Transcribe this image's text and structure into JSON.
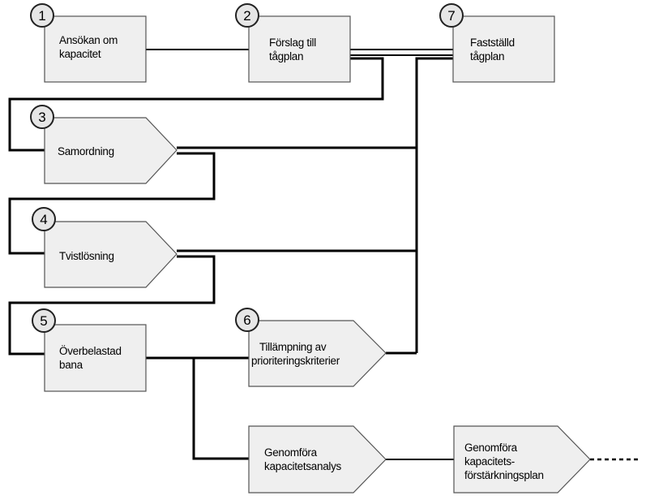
{
  "nodes": {
    "n1": {
      "number": "1",
      "line1": "Ansökan om",
      "line2": "kapacitet"
    },
    "n2": {
      "number": "2",
      "line1": "Förslag till",
      "line2": "tågplan"
    },
    "n7": {
      "number": "7",
      "line1": "Fastställd",
      "line2": "tågplan"
    },
    "n3": {
      "number": "3",
      "line1": "Samordning"
    },
    "n4": {
      "number": "4",
      "line1": "Tvistlösning"
    },
    "n5": {
      "number": "5",
      "line1": "Överbelastad",
      "line2": "bana"
    },
    "n6": {
      "number": "6",
      "line1": "Tillämpning av",
      "line2": "prioriteringskriterier"
    },
    "n8": {
      "line1": "Genomföra",
      "line2": "kapacitetsanalys"
    },
    "n9": {
      "line1": "Genomföra",
      "line2": "kapacitets-",
      "line3": "förstärkningsplan"
    }
  }
}
